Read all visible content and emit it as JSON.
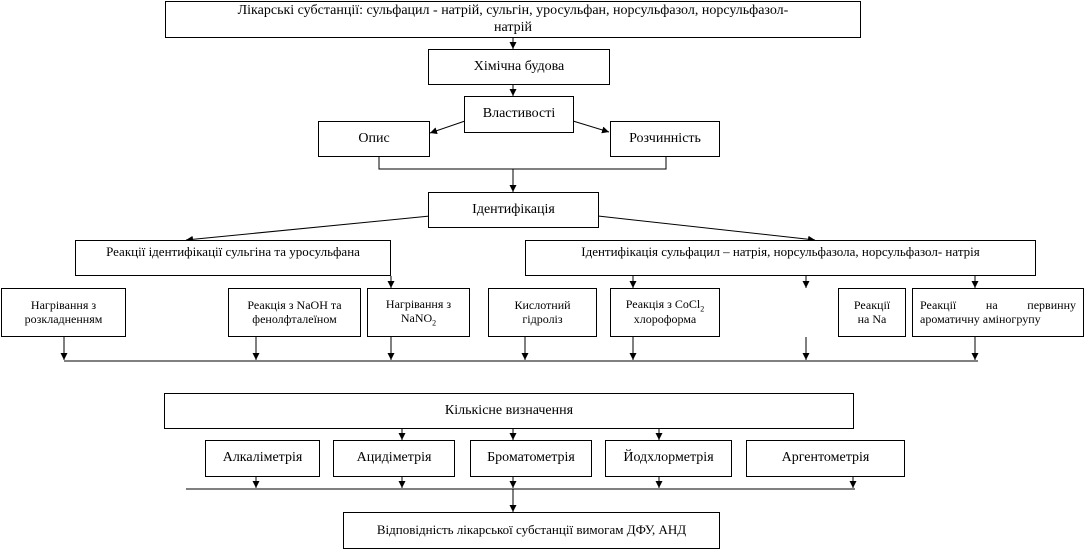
{
  "nodes": {
    "substances": "Лікарські субстанції: сульфацил - натрій, сульгін, уросульфан, норсульфазол, норсульфазол-натрій",
    "structure": "Хімічна будова",
    "properties": "Властивості",
    "description": "Опис",
    "solubility": "Розчинність",
    "identification": "Ідентифікація",
    "ident_sulgin": "Реакції ідентифікації сульгіна та уросульфана",
    "ident_sulfacyl": "Ідентифікація сульфацил – натрія, норсульфазола, норсульфазол- натрія",
    "heating_decomposition": "Нагрівання з розкладненням",
    "naoh_phenolphthalein": "Реакція з NaOH та фенолфталеїном",
    "heating_nano2": {
      "pre": "Нагрівання з NaNO",
      "sub": "2"
    },
    "acid_hydrolysis": "Кислотний гідроліз",
    "cocl2_chloroform": {
      "pre": "Реакція з CoCl",
      "sub": "2",
      "post": "хлороформа"
    },
    "reactions_na": "Реакції на Na",
    "aromatic_amino": "Реакції на первинну ароматичну аміногрупу",
    "quantitative": "Кількісне визначення",
    "alkalimetry": "Алкаліметрія",
    "acidimetry": "Ацидіметрія",
    "bromatometry": "Броматометрія",
    "iodochlorometry": "Йодхлорметрія",
    "argentometry": "Аргентометрія",
    "compliance": "Відповідність лікарської субстанції вимогам ДФУ, АНД"
  }
}
